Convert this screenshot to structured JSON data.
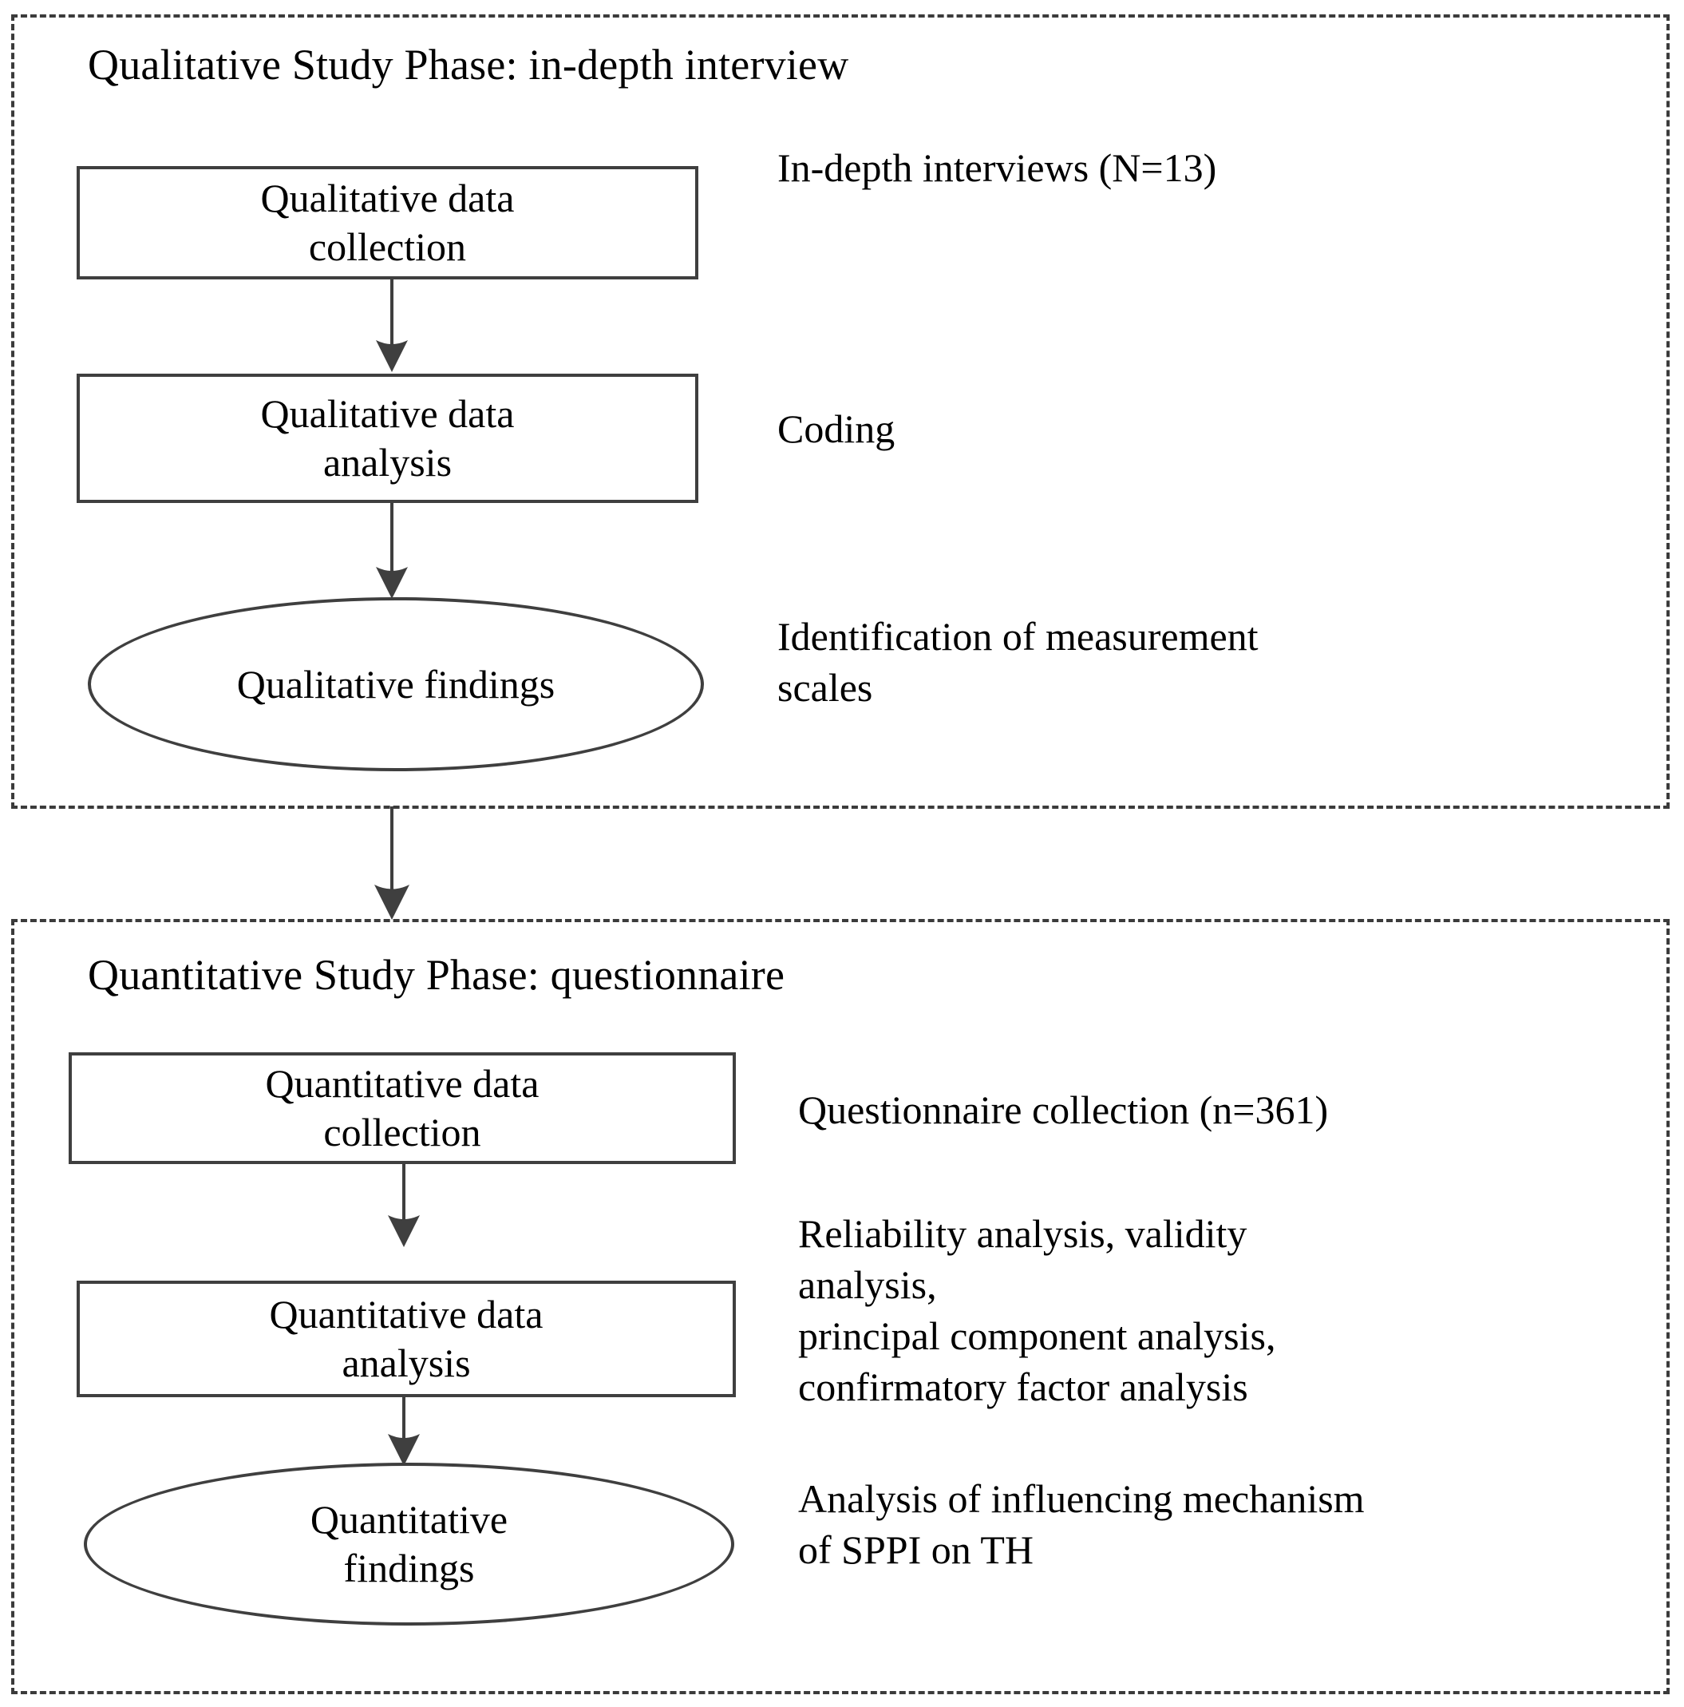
{
  "diagram": {
    "title": "Mixed-methods research design flowchart",
    "accent_color": "#3f3f3f",
    "background": "#ffffff"
  },
  "phases": [
    {
      "id": "qualitative",
      "title": "Qualitative Study Phase: in-depth interview",
      "steps": [
        {
          "id": "qual-collection",
          "shape": "rect",
          "label": "Qualitative data\ncollection",
          "note": "In-depth interviews (N=13)"
        },
        {
          "id": "qual-analysis",
          "shape": "rect",
          "label": "Qualitative data\nanalysis",
          "note": "Coding"
        },
        {
          "id": "qual-findings",
          "shape": "ellipse",
          "label": "Qualitative findings",
          "note": "Identification of measurement\nscales"
        }
      ]
    },
    {
      "id": "quantitative",
      "title": "Quantitative  Study Phase: questionnaire",
      "steps": [
        {
          "id": "quant-collection",
          "shape": "rect",
          "label": "Quantitative data\ncollection",
          "note": "Questionnaire collection (n=361)"
        },
        {
          "id": "quant-analysis",
          "shape": "rect",
          "label": "Quantitative data\nanalysis",
          "note": "Reliability analysis, validity\nanalysis,\nprincipal component analysis,\nconfirmatory factor analysis"
        },
        {
          "id": "quant-findings",
          "shape": "ellipse",
          "label": "Quantitative\nfindings",
          "note": "Analysis of influencing mechanism\nof SPPI on TH"
        }
      ]
    }
  ],
  "connectors": [
    {
      "id": "qual-collection-to-analysis",
      "from": "qual-collection",
      "to": "qual-analysis"
    },
    {
      "id": "qual-analysis-to-findings",
      "from": "qual-analysis",
      "to": "qual-findings"
    },
    {
      "id": "phase-qualitative-to-quantitative",
      "from": "qualitative",
      "to": "quantitative"
    },
    {
      "id": "quant-collection-to-analysis",
      "from": "quant-collection",
      "to": "quant-analysis"
    },
    {
      "id": "quant-analysis-to-findings",
      "from": "quant-analysis",
      "to": "quant-findings"
    }
  ]
}
